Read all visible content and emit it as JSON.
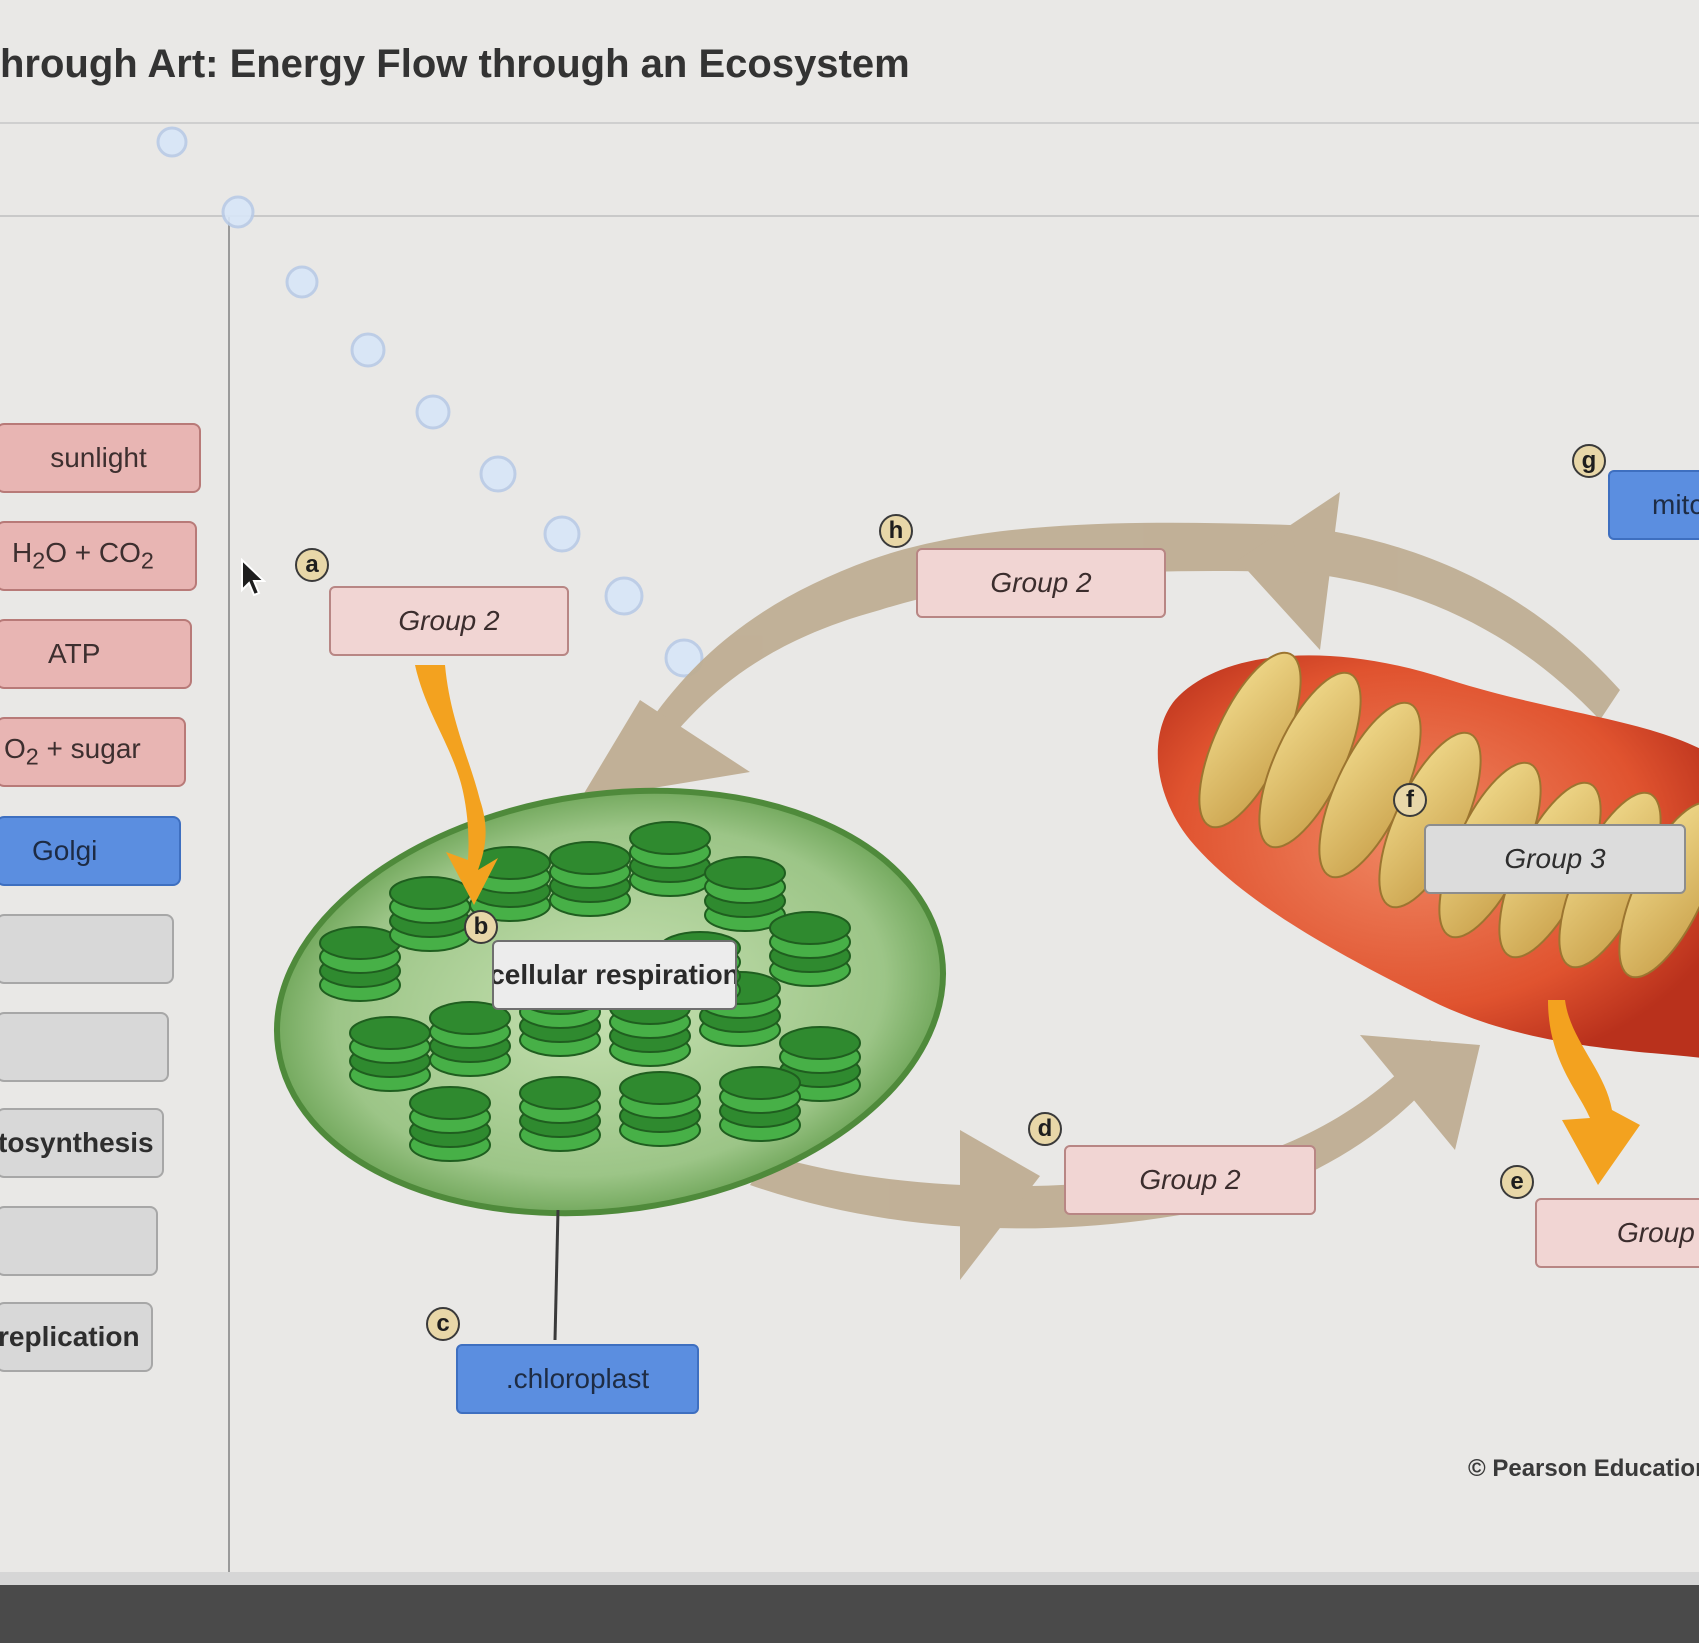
{
  "page": {
    "title": "hrough Art: Energy Flow through an Ecosystem"
  },
  "bank": {
    "chips": [
      {
        "label": "sunlight",
        "color": "pink"
      },
      {
        "label_html": "H<sub>2</sub>O + CO<sub>2</sub>",
        "color": "pink"
      },
      {
        "label": "ATP",
        "color": "pink"
      },
      {
        "label_html": "O<sub>2</sub> + sugar",
        "color": "pink"
      },
      {
        "label": "Golgi",
        "color": "blue"
      },
      {
        "label": "",
        "color": "gray"
      },
      {
        "label": "",
        "color": "gray"
      },
      {
        "label": "tosynthesis",
        "color": "gray"
      },
      {
        "label": "",
        "color": "gray"
      },
      {
        "label": "replication",
        "color": "gray"
      }
    ]
  },
  "diagram": {
    "badges": [
      "a",
      "b",
      "c",
      "d",
      "e",
      "f",
      "g",
      "h"
    ],
    "labels": {
      "a": "Group 2",
      "b": "cellular respiration",
      "c": ".chloroplast",
      "d": "Group 2",
      "e": "Group",
      "f": "Group 3",
      "g": "mitc",
      "h": "Group 2"
    }
  },
  "credit": "© Pearson Education",
  "colors": {
    "pink_chip": "#e8b5b3",
    "blue_chip": "#5b8ee0",
    "gray_chip": "#d8d8d8",
    "arrow_tan": "#bfae93",
    "arrow_orange": "#f3a21f",
    "chloroplast_green": "#3aa13c",
    "mitochondrion_red": "#d9452a"
  }
}
